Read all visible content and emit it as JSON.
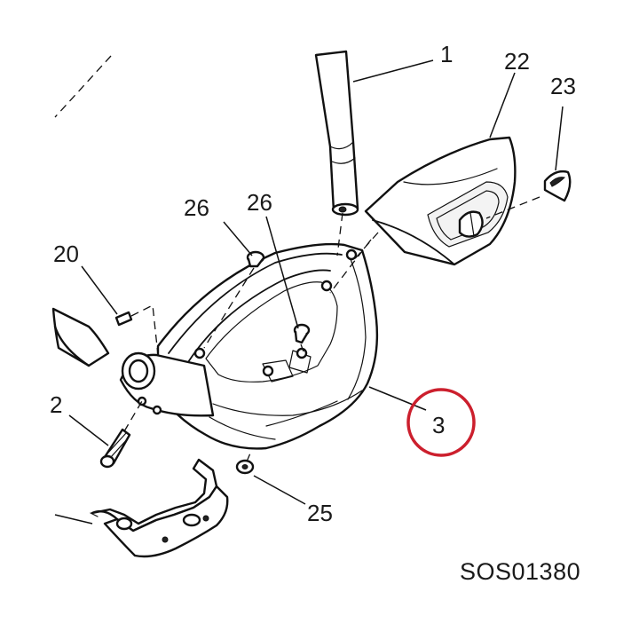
{
  "callouts": {
    "c1": "1",
    "c2": "2",
    "c3": "3",
    "c20": "20",
    "c22": "22",
    "c23": "23",
    "c25": "25",
    "c26a": "26",
    "c26b": "26"
  },
  "reference_code": "SOS01380",
  "highlight_color": "#cc1f2d"
}
